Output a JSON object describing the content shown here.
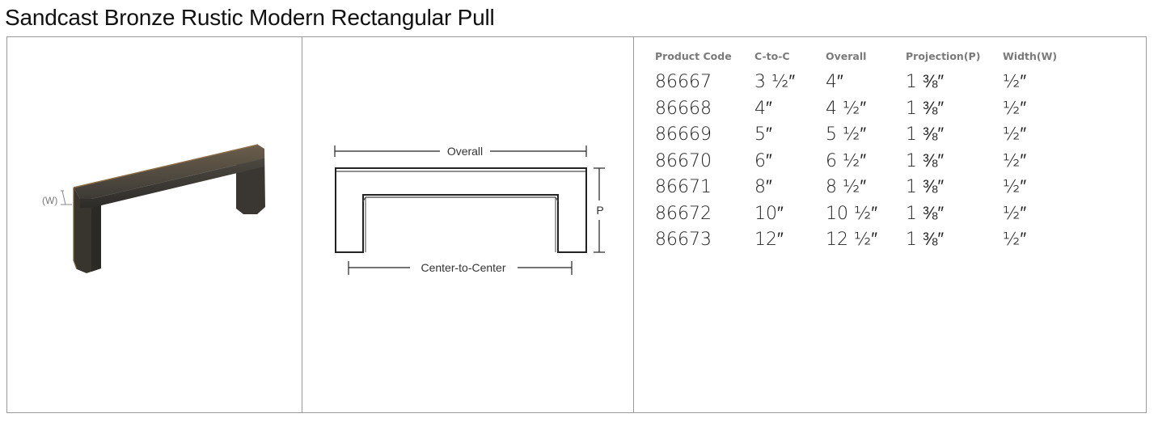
{
  "page": {
    "title": "Sandcast Bronze Rustic Modern Rectangular Pull"
  },
  "photo": {
    "width_callout": "(W)",
    "finish_color": "#4a463f"
  },
  "diagram": {
    "overall_label": "Overall",
    "projection_label": "P",
    "center_label": "Center-to-Center"
  },
  "table": {
    "headers": [
      "Product Code",
      "C-to-C",
      "Overall",
      "Projection(P)",
      "Width(W)"
    ],
    "rows": [
      [
        "86667",
        "3 ½″",
        "4″",
        "1 ⅜″",
        "½″"
      ],
      [
        "86668",
        "4″",
        "4 ½″",
        "1 ⅜″",
        "½″"
      ],
      [
        "86669",
        "5″",
        "5 ½″",
        "1 ⅜″",
        "½″"
      ],
      [
        "86670",
        "6″",
        "6 ½″",
        "1 ⅜″",
        "½″"
      ],
      [
        "86671",
        "8″",
        "8 ½″",
        "1 ⅜″",
        "½″"
      ],
      [
        "86672",
        "10″",
        "10 ½″",
        "1 ⅜″",
        "½″"
      ],
      [
        "86673",
        "12″",
        "12 ½″",
        "1 ⅜″",
        "½″"
      ]
    ]
  }
}
